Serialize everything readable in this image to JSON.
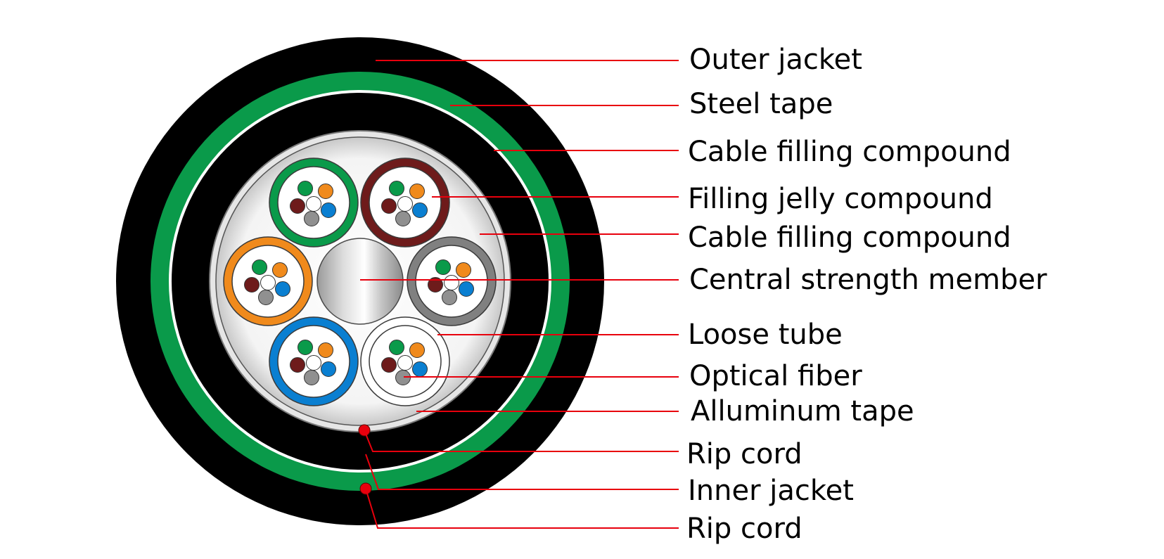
{
  "labels": [
    {
      "id": "outer-jacket",
      "text": "Outer jacket"
    },
    {
      "id": "steel-tape",
      "text": "Steel tape"
    },
    {
      "id": "cable-filling-compound-1",
      "text": "Cable filling compound"
    },
    {
      "id": "filling-jelly-compound",
      "text": "Filling jelly compound"
    },
    {
      "id": "cable-filling-compound-2",
      "text": "Cable filling compound"
    },
    {
      "id": "central-strength-member",
      "text": "Central strength member"
    },
    {
      "id": "loose-tube",
      "text": "Loose tube"
    },
    {
      "id": "optical-fiber",
      "text": "Optical fiber"
    },
    {
      "id": "alluminum-tape",
      "text": "Alluminum tape"
    },
    {
      "id": "rip-cord-1",
      "text": "Rip cord"
    },
    {
      "id": "inner-jacket",
      "text": "Inner jacket"
    },
    {
      "id": "rip-cord-2",
      "text": "Rip cord"
    }
  ],
  "colors": {
    "jacket": "#000000",
    "steel_tape": "#0a9a4a",
    "leader_line": "#e8000d",
    "rip_cord": "#e8000d",
    "core_fill": "#f2f2f2",
    "tube_green": "#0a9a4a",
    "tube_maroon": "#6e1b1b",
    "tube_orange": "#f08a1c",
    "tube_gray": "#808080",
    "tube_blue": "#0a7fd1",
    "tube_white": "#ffffff",
    "fiber_green": "#0a9a4a",
    "fiber_orange": "#f08a1c",
    "fiber_maroon": "#6e1b1b",
    "fiber_white": "#ffffff",
    "fiber_blue": "#0a7fd1",
    "fiber_gray": "#909090"
  }
}
